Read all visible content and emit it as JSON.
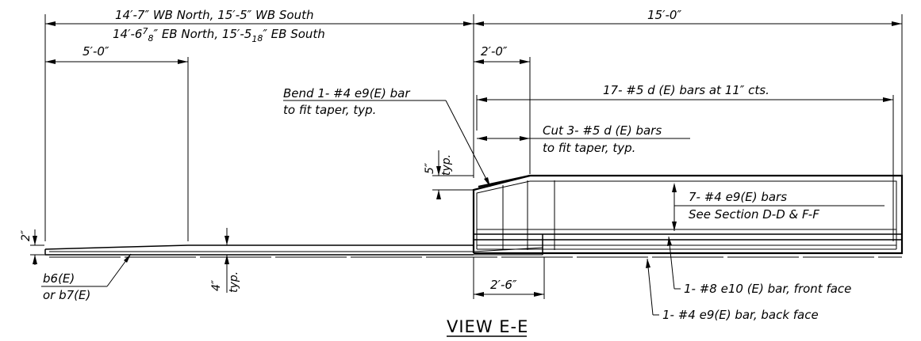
{
  "title": "VIEW E-E",
  "dimensions": {
    "top_left_line1": "14′-7″ WB North, 15′-5″ WB South",
    "top_left_line2a": "14′-6",
    "top_left_line2_sup": "7",
    "top_left_line2_sub": "8",
    "top_left_line2b": "″ EB North, 15′-5",
    "top_left_line2_sup2": "1",
    "top_left_line2_sub2": "8",
    "top_left_line2c": "″ EB South",
    "top_right": "15′-0″",
    "five_feet": "5′-0″",
    "two_feet": "2′-0″",
    "two_six": "2′-6″",
    "bars_spacing": "17- #5 d (E) bars at 11″ cts.",
    "five_inch": "5″",
    "five_inch_typ": "typ.",
    "two_inch": "2″",
    "four_inch": "4″",
    "four_inch_typ": "typ."
  },
  "notes": {
    "bend_line1": "Bend 1- #4 e9(E) bar",
    "bend_line2": "to fit taper, typ.",
    "cut_line1": "Cut 3- #5 d (E) bars",
    "cut_line2": "to fit taper, typ.",
    "e9_bars_line1": "7- #4 e9(E) bars",
    "e9_bars_line2": "See Section D-D & F-F",
    "b6_line1": "b6(E)",
    "b6_line2": "or b7(E)",
    "e10_front": "1- #8 e10 (E) bar, front face",
    "e9_back": "1- #4 e9(E) bar, back face"
  }
}
